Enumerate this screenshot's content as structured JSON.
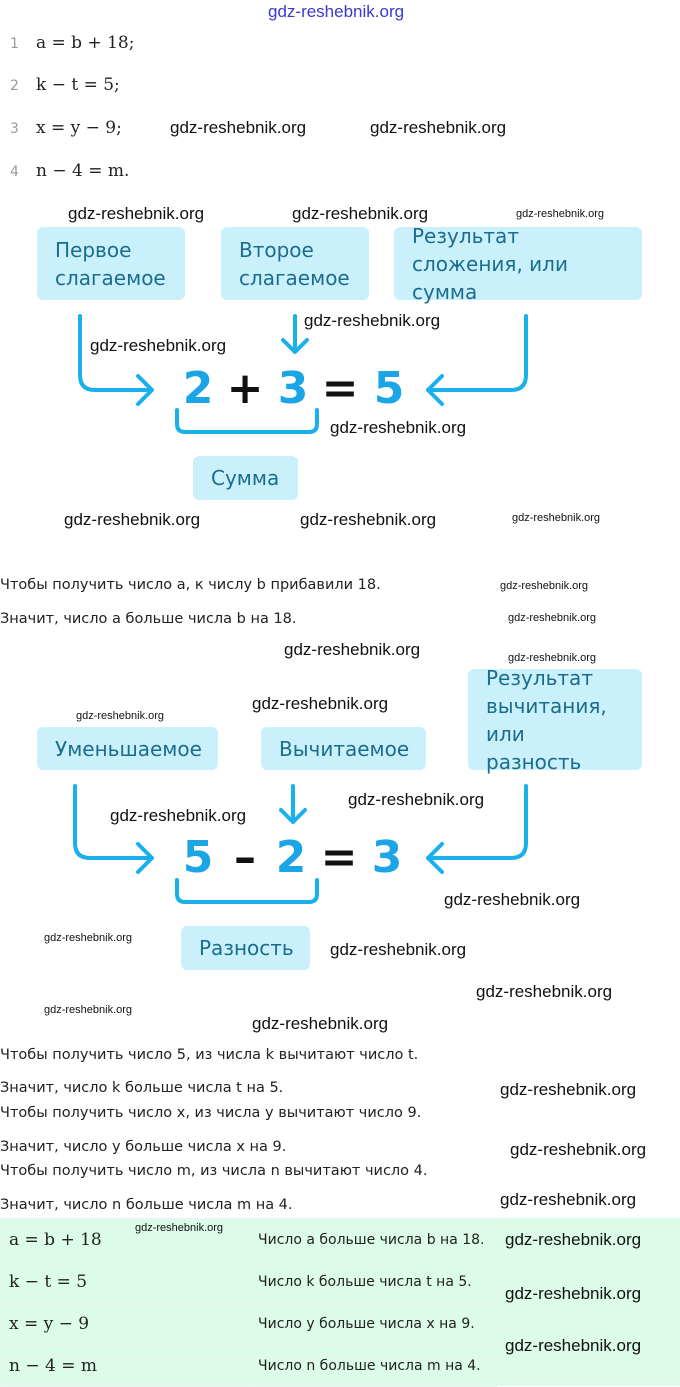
{
  "watermark_top": "gdz-reshebnik.org",
  "equations": [
    {
      "n": "1",
      "text": "a = b + 18;"
    },
    {
      "n": "2",
      "text": "k − t = 5;"
    },
    {
      "n": "3",
      "text": "x = y − 9;"
    },
    {
      "n": "4",
      "text": "n − 4 = m."
    }
  ],
  "diagram_sum": {
    "box1": "Первое слагаемое",
    "box2": "Второе слагаемое",
    "box3": "Результат сложения, или сумма",
    "a": "2",
    "op": "+",
    "b": "3",
    "eq": "=",
    "r": "5",
    "bottom": "Сумма"
  },
  "sum_text": [
    "Чтобы получить число a, к числу b прибавили 18.",
    "Значит, число a больше числа b на 18."
  ],
  "diagram_diff": {
    "box1": "Уменьшаемое",
    "box2": "Вычитаемое",
    "box3": "Результат вычитания, или разность",
    "a": "5",
    "op": "–",
    "b": "2",
    "eq": "=",
    "r": "3",
    "bottom": "Разность"
  },
  "diff_text": [
    "Чтобы получить число 5, из числа k вычитают число t.",
    "Значит, число k больше числа t на 5.",
    "Чтобы получить число x, из числа y вычитают число 9.",
    "Значит, число y больше числа x на 9.",
    "Чтобы получить число m, из числа n вычитают число 4.",
    "Значит, число n больше числа m на 4."
  ],
  "table": [
    {
      "formula": "a = b + 18",
      "desc": "Число a больше числа b на 18."
    },
    {
      "formula": "k − t = 5",
      "desc": "Число k больше числа t на 5."
    },
    {
      "formula": "x = y − 9",
      "desc": "Число y больше числа x на 9."
    },
    {
      "formula": "n − 4 = m",
      "desc": "Число n больше числа m на 4."
    }
  ],
  "watermark": "gdz-reshebnik.org",
  "colors": {
    "box_bg": "#c9f0fb",
    "box_text": "#1a6d8c",
    "accent": "#1aa6e6",
    "table_bg": "#dcfbe9"
  }
}
